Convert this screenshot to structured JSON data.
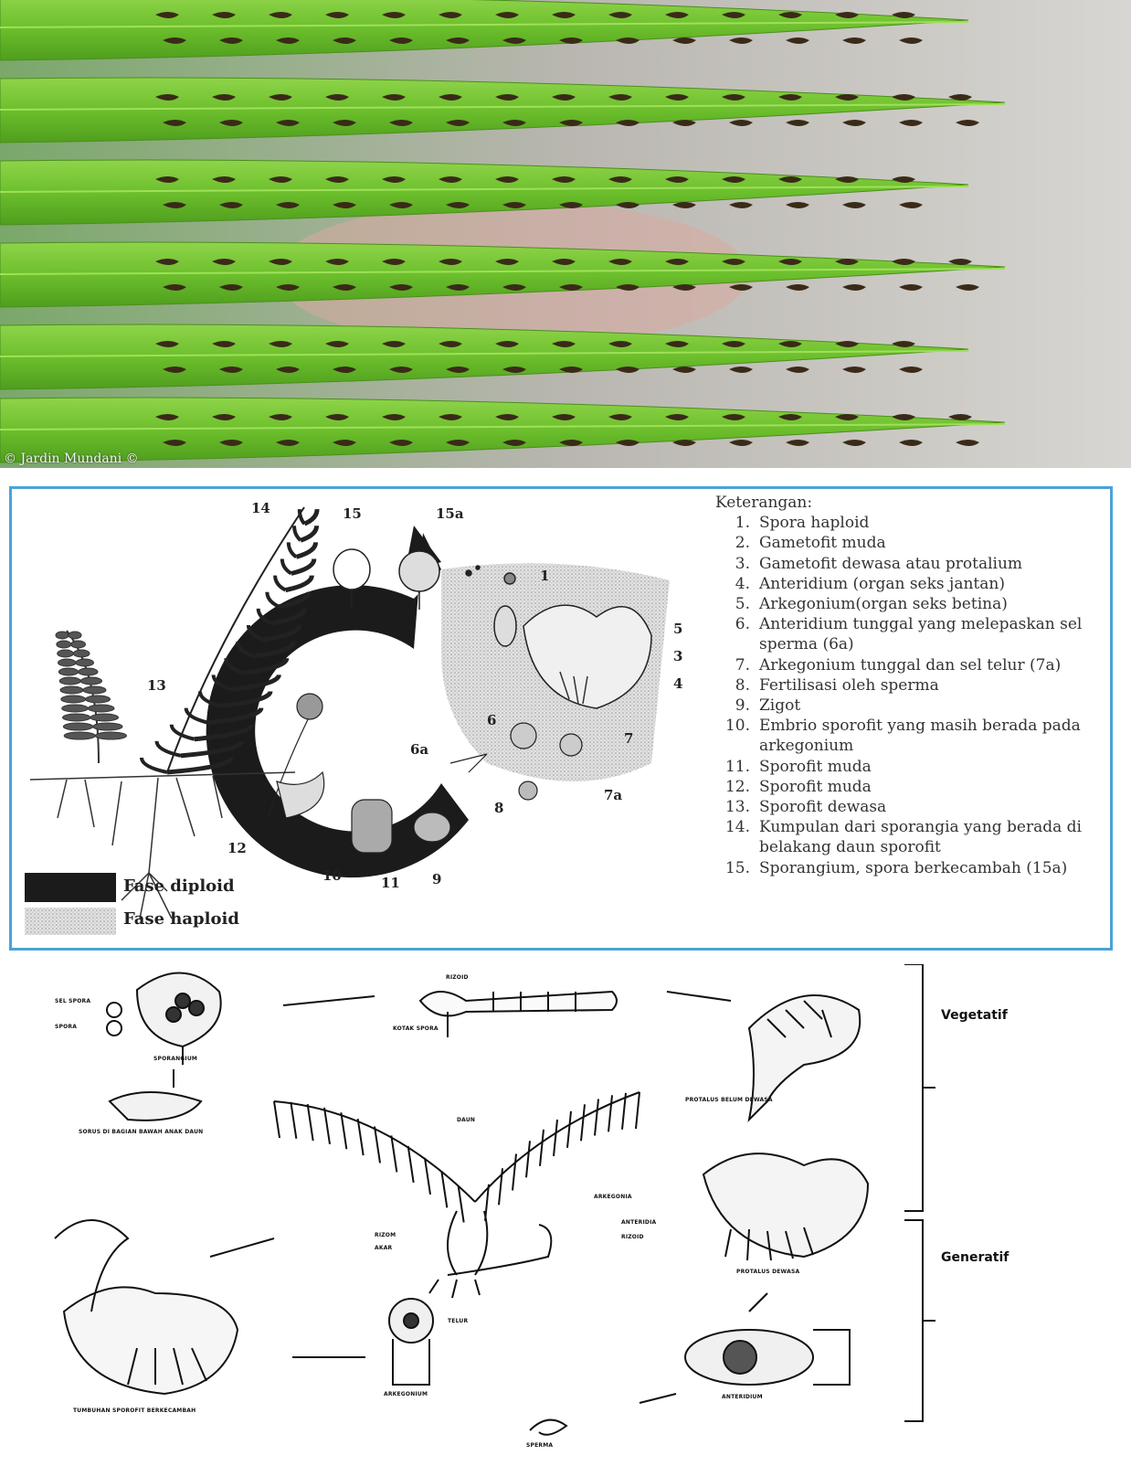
{
  "photo": {
    "credit": "© Jardin Mundani ©"
  },
  "cycle": {
    "keys_title": "Keterangan:",
    "keys": [
      {
        "n": "1.",
        "t": "Spora haploid"
      },
      {
        "n": "2.",
        "t": "Gametofit muda"
      },
      {
        "n": "3.",
        "t": "Gametofit dewasa atau protalium"
      },
      {
        "n": "4.",
        "t": "Anteridium (organ seks jantan)"
      },
      {
        "n": "5.",
        "t": "Arkegonium(organ seks betina)"
      },
      {
        "n": "6.",
        "t": "Anteridium tunggal yang melepaskan sel sperma (6a)"
      },
      {
        "n": "7.",
        "t": "Arkegonium tunggal dan sel telur (7a)"
      },
      {
        "n": "8.",
        "t": "Fertilisasi oleh sperma"
      },
      {
        "n": "9.",
        "t": "Zigot"
      },
      {
        "n": "10.",
        "t": "Embrio sporofit yang masih berada pada arkegonium"
      },
      {
        "n": "11.",
        "t": "Sporofit muda"
      },
      {
        "n": "12.",
        "t": "Sporofit muda"
      },
      {
        "n": "13.",
        "t": "Sporofit dewasa"
      },
      {
        "n": "14.",
        "t": "Kumpulan dari sporangia yang berada di belakang daun sporofit"
      },
      {
        "n": "15.",
        "t": "Sporangium, spora berkecambah (15a)"
      }
    ],
    "legend_diploid": "Fase diploid",
    "legend_haploid": "Fase haploid",
    "labels": {
      "l1": "1",
      "l3": "3",
      "l4": "4",
      "l5": "5",
      "l6": "6",
      "l6a": "6a",
      "l7": "7",
      "l7a": "7a",
      "l8": "8",
      "l9": "9",
      "l10": "10",
      "l11": "11",
      "l12": "12",
      "l13": "13",
      "l14": "14",
      "l15": "15",
      "l15a": "15a"
    }
  },
  "sketch": {
    "vegetatif": "Vegetatif",
    "generatif": "Generatif",
    "tiny": {
      "sel_spora": "SEL SPORA",
      "spora": "SPORA",
      "sporangium": "SPORANGIUM",
      "rizoid_top": "RIZOID",
      "kotak_spora": "KOTAK SPORA",
      "sorus": "SORUS DI BAGIAN BAWAH ANAK DAUN",
      "protalus_muda": "PROTALUS BELUM DEWASA",
      "daun": "DAUN",
      "rizom": "RIZOM",
      "akar": "AKAR",
      "arkegonia": "ARKEGONIA",
      "anteridia": "ANTERIDIA",
      "rizoid_mid": "RIZOID",
      "protalus_dewasa": "PROTALUS DEWASA",
      "telur": "TELUR",
      "arkegonium": "ARKEGONIUM",
      "anteridium": "ANTERIDIUM",
      "sperma": "SPERMA",
      "tumbuhan": "TUMBUHAN SPOROFIT BERKECAMBAH"
    }
  }
}
